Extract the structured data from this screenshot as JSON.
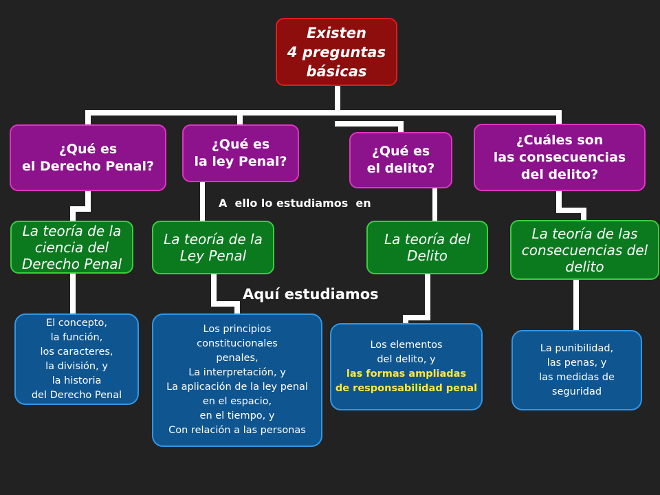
{
  "root": {
    "text": "Existen\n4 preguntas\nbásicas"
  },
  "questions": [
    {
      "text": "¿Qué es\nel Derecho Penal?"
    },
    {
      "text": "¿Qué es\nla ley Penal?"
    },
    {
      "text": "¿Qué es\nel delito?"
    },
    {
      "text": "¿Cuáles son\nlas consecuencias\ndel delito?"
    }
  ],
  "connector_labels": {
    "questions_to_theories": "A  ello lo estudiamos  en",
    "theories_to_details": "Aquí estudiamos"
  },
  "theories": [
    {
      "text": "La teoría de la\nciencia del\nDerecho Penal"
    },
    {
      "text": "La teoría de la\nLey Penal"
    },
    {
      "text": "La teoría del\nDelito"
    },
    {
      "text": "La teoría de las\nconsecuencias del\ndelito"
    }
  ],
  "details": [
    {
      "text": "El concepto,\nla función,\nlos caracteres,\nla división, y\nla historia\n del Derecho Penal"
    },
    {
      "text": "Los principios\nconstitucionales\npenales,\nLa interpretación, y\nLa aplicación de la ley penal\nen el espacio,\nen el tiempo, y\nCon relación a las personas"
    },
    {
      "text": "Los elementos\ndel delito, y",
      "highlight": "las formas ampliadas\nde responsabilidad  penal",
      "highlight_color": "#ffe83b"
    },
    {
      "text": "La punibilidad,\nlas penas, y\nlas medidas de\nseguridad"
    }
  ],
  "colors": {
    "background": "#222222",
    "root_fill": "#8e0d0d",
    "root_border": "#e21c1c",
    "question_fill": "#8c138c",
    "question_border": "#e233c4",
    "theory_fill": "#0b7a1f",
    "theory_border": "#38d03c",
    "detail_fill": "#0f5590",
    "detail_border": "#2f97e8",
    "connector": "#ffffff"
  }
}
